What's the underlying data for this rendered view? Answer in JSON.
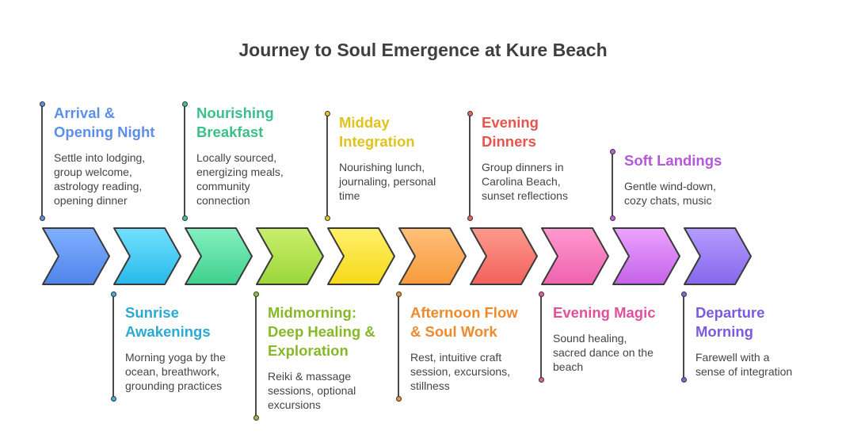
{
  "title": "Journey to Soul Emergence at Kure Beach",
  "steps": [
    {
      "title": "Arrival & Opening Night",
      "title_lines": [
        "Arrival &",
        "Opening Night"
      ],
      "desc_lines": [
        "Settle into lodging,",
        "group welcome,",
        "astrology reading,",
        "opening dinner"
      ],
      "color": "#5b8fe8",
      "dot_color": "#5b8fe8",
      "grad_top": "#7fb0ff",
      "grad_bottom": "#4f84ea"
    },
    {
      "title": "Sunrise Awakenings",
      "title_lines": [
        "Sunrise",
        "Awakenings"
      ],
      "desc_lines": [
        "Morning yoga by the",
        "ocean, breathwork,",
        "grounding practices"
      ],
      "color": "#2aa9d6",
      "dot_color": "#3fb2dc",
      "grad_top": "#73e0ff",
      "grad_bottom": "#27b9ea"
    },
    {
      "title": "Nourishing Breakfast",
      "title_lines": [
        "Nourishing",
        "Breakfast"
      ],
      "desc_lines": [
        "Locally sourced,",
        "energizing meals,",
        "community",
        "connection"
      ],
      "color": "#3cc08a",
      "dot_color": "#49c08f",
      "grad_top": "#84f0bf",
      "grad_bottom": "#3fd08e"
    },
    {
      "title": "Midmorning: Deep Healing & Exploration",
      "title_lines": [
        "Midmorning:",
        "Deep Healing &",
        "Exploration"
      ],
      "desc_lines": [
        "Reiki & massage",
        "sessions, optional",
        "excursions"
      ],
      "color": "#86b829",
      "dot_color": "#94c23a",
      "grad_top": "#c9ef6c",
      "grad_bottom": "#9bd63a"
    },
    {
      "title": "Midday Integration",
      "title_lines": [
        "Midday",
        "Integration"
      ],
      "desc_lines": [
        "Nourishing lunch,",
        "journaling, personal",
        "time"
      ],
      "color": "#e2c21d",
      "dot_color": "#e6c82d",
      "grad_top": "#fff06a",
      "grad_bottom": "#f5d91a"
    },
    {
      "title": "Afternoon Flow & Soul Work",
      "title_lines": [
        "Afternoon Flow",
        "& Soul Work"
      ],
      "desc_lines": [
        "Rest, intuitive craft",
        "session, excursions,",
        "stillness"
      ],
      "color": "#ee8a2c",
      "dot_color": "#f0923a",
      "grad_top": "#ffc07a",
      "grad_bottom": "#f89a3c"
    },
    {
      "title": "Evening Dinners",
      "title_lines": [
        "Evening",
        "Dinners"
      ],
      "desc_lines": [
        "Group dinners in",
        "Carolina Beach,",
        "sunset reflections"
      ],
      "color": "#e8534e",
      "dot_color": "#ec625c",
      "grad_top": "#ff9a8e",
      "grad_bottom": "#f1625a"
    },
    {
      "title": "Evening Magic",
      "title_lines": [
        "Evening Magic"
      ],
      "desc_lines": [
        "Sound healing,",
        "sacred dance on the",
        "beach"
      ],
      "color": "#e0509c",
      "dot_color": "#e55ea6",
      "grad_top": "#ff9ad0",
      "grad_bottom": "#ef62ad"
    },
    {
      "title": "Soft Landings",
      "title_lines": [
        "Soft Landings"
      ],
      "desc_lines": [
        "Gentle wind-down,",
        "cozy chats, music"
      ],
      "color": "#b557d8",
      "dot_color": "#bb62dc",
      "grad_top": "#eba3ff",
      "grad_bottom": "#c462e8"
    },
    {
      "title": "Departure Morning",
      "title_lines": [
        "Departure",
        "Morning"
      ],
      "desc_lines": [
        "Farewell with a",
        "sense of integration"
      ],
      "color": "#7a5be0",
      "dot_color": "#8466e2",
      "grad_top": "#b59cff",
      "grad_bottom": "#8666ec"
    }
  ]
}
